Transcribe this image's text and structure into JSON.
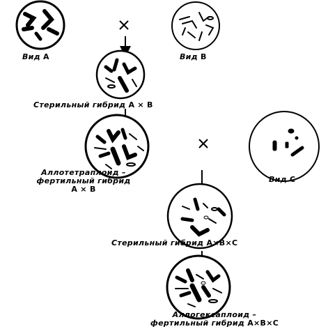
{
  "labels": {
    "species_a": "Вид",
    "species_a_mark": "А",
    "species_b": "Вид",
    "species_b_mark": "В",
    "sterile_hybrid_1": "Стерильный гибрид",
    "sterile_hybrid_1_mark": "А × В",
    "allotetraploid_line1": "Аллотетраплоид –",
    "allotetraploid_line2": "фертильный гибрид",
    "allotetraploid_mark": "А × В",
    "species_c": "Вид",
    "species_c_mark": "С",
    "sterile_hybrid_2": "Стерильный гибрид",
    "sterile_hybrid_2_mark": "А×В×С",
    "allohexaploid_line1": "Аллогексаплоид –",
    "allohexaploid_line2": "фертильный гибрид",
    "allohexaploid_mark": "А×В×С",
    "cross_symbol": "×"
  }
}
